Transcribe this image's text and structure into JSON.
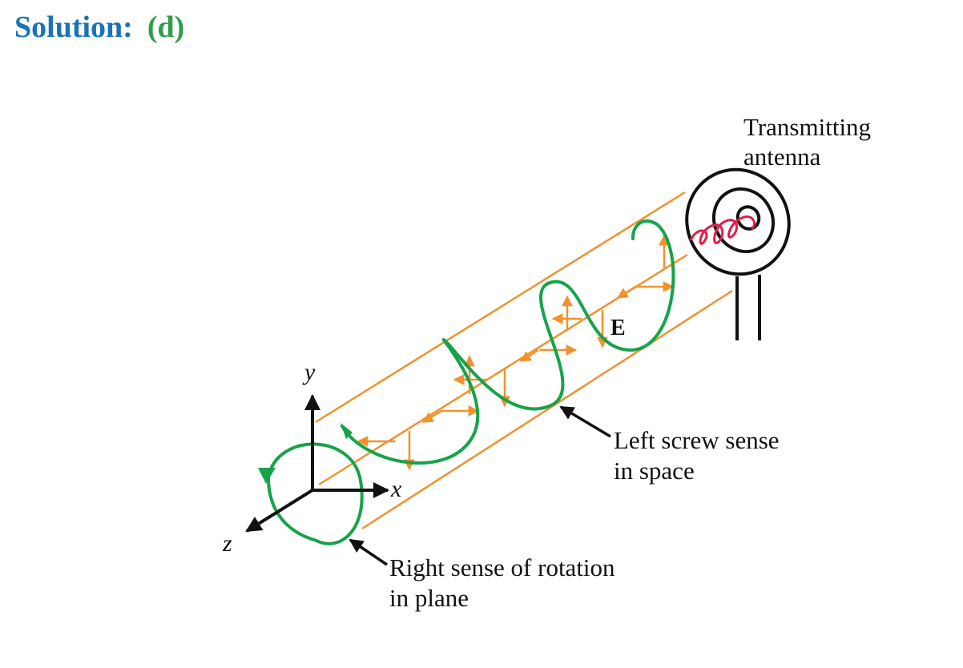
{
  "heading": {
    "label": "Solution:",
    "answer": "(d)"
  },
  "colors": {
    "heading_label": "#1a72b8",
    "heading_answer": "#2f9e46",
    "helix": "#16a34a",
    "field_lines": "#f0922e",
    "antenna": "#111111",
    "source_coil": "#e11d48",
    "axes": "#111111"
  },
  "axes": {
    "x": "x",
    "y": "y",
    "z": "z"
  },
  "labels": {
    "field": "E",
    "antenna_line1": "Transmitting",
    "antenna_line2": "antenna",
    "left_screw_line1": "Left screw sense",
    "left_screw_line2": "in space",
    "right_rot_line1": "Right sense of rotation",
    "right_rot_line2": "in plane"
  }
}
